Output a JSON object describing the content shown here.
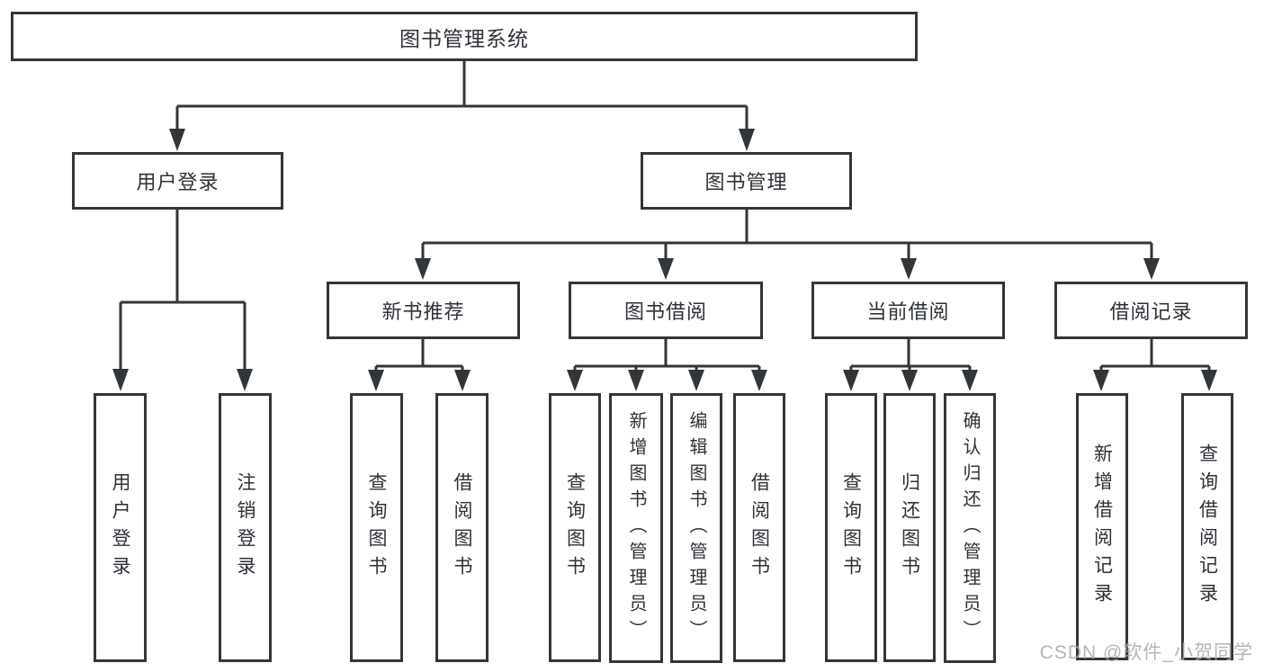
{
  "diagram_title": "图书管理系统",
  "tree": {
    "label": "图书管理系统",
    "children": [
      {
        "label": "用户登录",
        "children": [
          {
            "label": "用户登录"
          },
          {
            "label": "注销登录"
          }
        ]
      },
      {
        "label": "图书管理",
        "children": [
          {
            "label": "新书推荐",
            "children": [
              {
                "label": "查询图书"
              },
              {
                "label": "借阅图书"
              }
            ]
          },
          {
            "label": "图书借阅",
            "children": [
              {
                "label": "查询图书"
              },
              {
                "label": "新增图书（管理员）"
              },
              {
                "label": "编辑图书（管理员）"
              },
              {
                "label": "借阅图书"
              }
            ]
          },
          {
            "label": "当前借阅",
            "children": [
              {
                "label": "查询图书"
              },
              {
                "label": "归还图书"
              },
              {
                "label": "确认归还（管理员）"
              }
            ]
          },
          {
            "label": "借阅记录",
            "children": [
              {
                "label": "新增借阅记录"
              },
              {
                "label": "查询借阅记录"
              }
            ]
          }
        ]
      }
    ]
  },
  "watermark": "CSDN @软件_小贺同学",
  "colors": {
    "line": "#333639",
    "box_border": "#333639",
    "text": "#2e3237",
    "watermark": "#a9a9a9",
    "background": "#ffffff"
  }
}
